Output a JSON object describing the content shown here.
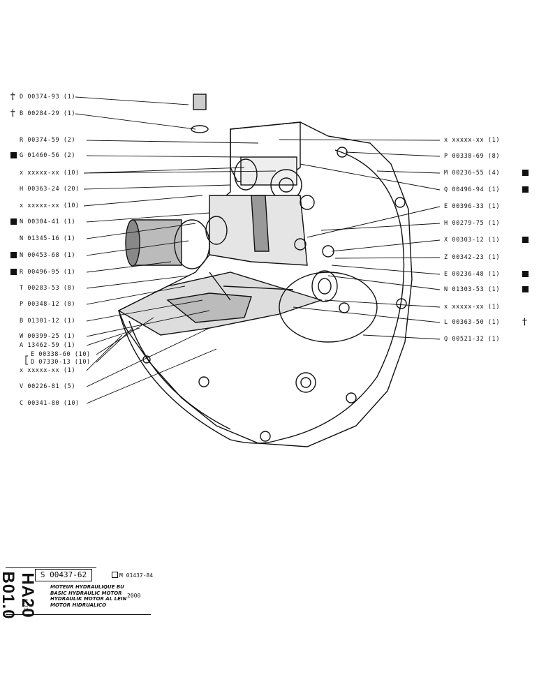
{
  "left_labels": [
    {
      "text": "D 00374-93 (1)",
      "marker": "dagger"
    },
    {
      "text": "B 00284-29 (1)",
      "marker": "dagger"
    },
    {
      "text": "R 00374-59 (2)",
      "marker": ""
    },
    {
      "text": "G 01460-56 (2)",
      "marker": "square"
    },
    {
      "text": "x xxxxx-xx (10)",
      "marker": ""
    },
    {
      "text": "H 00363-24 (20)",
      "marker": ""
    },
    {
      "text": "x xxxxx-xx (10)",
      "marker": ""
    },
    {
      "text": "N 00304-41 (1)",
      "marker": "square"
    },
    {
      "text": "N 01345-16 (1)",
      "marker": ""
    },
    {
      "text": "N 00453-68 (1)",
      "marker": "square"
    },
    {
      "text": "R 00496-95 (1)",
      "marker": "square"
    },
    {
      "text": "T 00283-53 (8)",
      "marker": ""
    },
    {
      "text": "P 00348-12 (8)",
      "marker": ""
    },
    {
      "text": "B 01301-12 (1)",
      "marker": ""
    },
    {
      "text": "W 00399-25 (1)",
      "marker": ""
    },
    {
      "text": "A 13462-59 (1)",
      "marker": ""
    },
    {
      "text": "E 00338-60 (10)",
      "marker": ""
    },
    {
      "text": "D 07330-13 (10)",
      "marker": ""
    },
    {
      "text": "x xxxxx-xx (1)",
      "marker": ""
    },
    {
      "text": "V 00226-81 (5)",
      "marker": ""
    },
    {
      "text": "C 00341-80 (10)",
      "marker": ""
    }
  ],
  "right_labels": [
    {
      "text": "x xxxxx-xx (1)",
      "marker": ""
    },
    {
      "text": "P 00338-69 (8)",
      "marker": ""
    },
    {
      "text": "M 00236-55 (4)",
      "marker": "square"
    },
    {
      "text": "Q 00496-94 (1)",
      "marker": "square"
    },
    {
      "text": "E 00396-33 (1)",
      "marker": ""
    },
    {
      "text": "H 00279-75 (1)",
      "marker": ""
    },
    {
      "text": "X 00303-12 (1)",
      "marker": "square"
    },
    {
      "text": "Z 00342-23 (1)",
      "marker": ""
    },
    {
      "text": "E 00236-48 (1)",
      "marker": "square"
    },
    {
      "text": "N 01303-53 (1)",
      "marker": "square"
    },
    {
      "text": "x xxxxx-xx (1)",
      "marker": ""
    },
    {
      "text": "L 00363-50 (1)",
      "marker": "dagger"
    },
    {
      "text": "Q 00521-32 (1)",
      "marker": ""
    }
  ],
  "title_block": {
    "vertical_code": "HA20 B01.0",
    "date": "9.73",
    "part_number": "S 00437-62",
    "ref_number": "M 01437-84",
    "descriptions": [
      "MOTEUR HYDRAULIQUE BU",
      "BASIC HYDRAULIC MOTOR",
      "HYDRAULIK MOTOR AL LEIN",
      "MOTOR HIDRUALICO"
    ],
    "year": "2000"
  }
}
